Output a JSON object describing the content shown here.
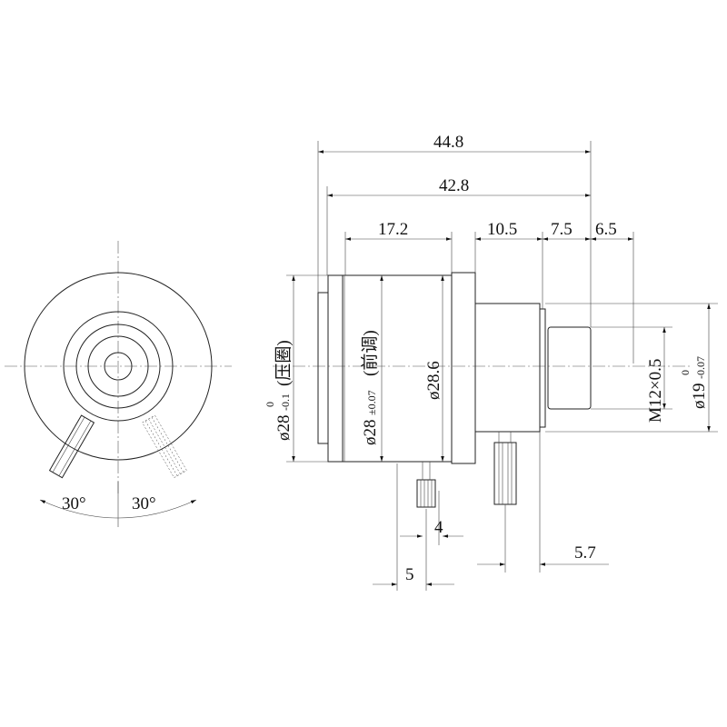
{
  "dimensions": {
    "overall_length": "44.8",
    "body_length": "42.8",
    "front_ring_length": "17.2",
    "rear_barrel_length": "10.5",
    "flange_length": "7.5",
    "thread_length": "6.5",
    "pin_width": "4",
    "pin_offset": "5",
    "rear_pin_offset": "5.7",
    "angle_left": "30°",
    "angle_right": "30°"
  },
  "diameters": {
    "press_ring": {
      "main": "ø28",
      "upper_tol": "0",
      "lower_tol": "-0.1",
      "note": "(压圈)"
    },
    "front_adjust": {
      "main": "ø28",
      "tol": "±0.07",
      "note": "(前调)"
    },
    "body": "ø28.6",
    "thread": "M12×0.5",
    "mount": {
      "main": "ø19",
      "upper_tol": "0",
      "lower_tol": "-0.07"
    }
  }
}
